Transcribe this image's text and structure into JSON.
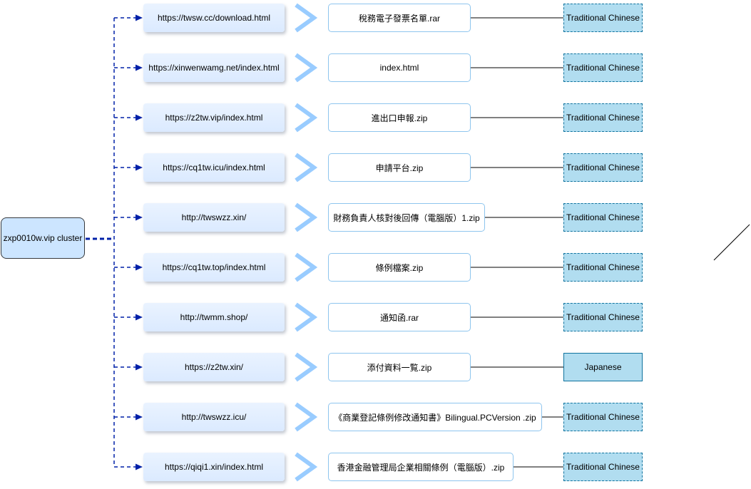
{
  "root": {
    "label": "zxp0010w.vip cluster"
  },
  "rows": [
    {
      "url": "https://twsw.cc/download.html",
      "file": "稅務電子發票名單.rar",
      "language": "Traditional Chinese",
      "language_border": "dashed"
    },
    {
      "url": "https://xinwenwamg.net/index.html",
      "file": "index.html",
      "language": "Traditional Chinese",
      "language_border": "dashed"
    },
    {
      "url": "https://z2tw.vip/index.html",
      "file": "進出口申報.zip",
      "language": "Traditional Chinese",
      "language_border": "dashed"
    },
    {
      "url": "https://cq1tw.icu/index.html",
      "file": "申請平台.zip",
      "language": "Traditional Chinese",
      "language_border": "dashed"
    },
    {
      "url": "http://twswzz.xin/",
      "file": "財務負責人核對後回傳（電腦版）1.zip",
      "language": "Traditional Chinese",
      "language_border": "dashed"
    },
    {
      "url": "https://cq1tw.top/index.html",
      "file": "條例檔案.zip",
      "language": "Traditional Chinese",
      "language_border": "dashed"
    },
    {
      "url": "http://twmm.shop/",
      "file": "通知函.rar",
      "language": "Traditional Chinese",
      "language_border": "dashed"
    },
    {
      "url": "https://z2tw.xin/",
      "file": "添付資料一覧.zip",
      "language": "Japanese",
      "language_border": "solid"
    },
    {
      "url": "http://twswzz.icu/",
      "file": "《商業登記條例修改通知書》Bilingual.PCVersion .zip",
      "language": "Traditional Chinese",
      "language_border": "dashed"
    },
    {
      "url": "https://qiqi1.xin/index.html",
      "file": "香港金融管理局企業相關條例（電腦版）.zip",
      "language": "Traditional Chinese",
      "language_border": "dashed"
    }
  ],
  "colors": {
    "root_fill": "#cce5ff",
    "url_fill": "#dbeaff",
    "connector": "#0020a8",
    "chevron": "#99ccff",
    "file_border": "#8ec5ee",
    "language_fill": "#b1ddf0",
    "language_border": "#10739e"
  }
}
